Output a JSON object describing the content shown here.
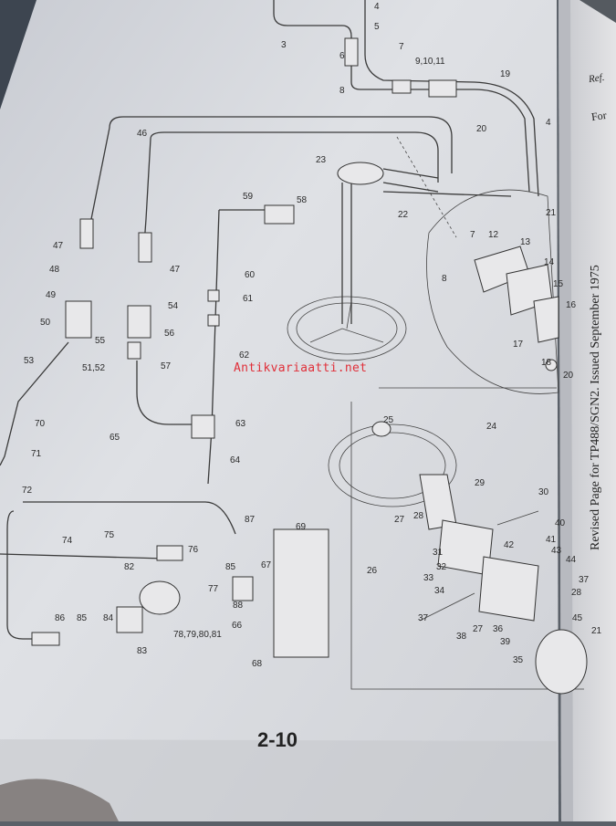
{
  "watermark": "Antikvariaatti.net",
  "page_number": "2-10",
  "side_note": "Revised Page for TP488/SGN2. Issued September 1975",
  "right_page": {
    "ref_header": "Ref.",
    "text_fragment": "For"
  },
  "callouts": [
    "3",
    "4",
    "5",
    "6",
    "7",
    "9,10,11",
    "8",
    "19",
    "20",
    "4",
    "46",
    "23",
    "22",
    "21",
    "59",
    "58",
    "7",
    "12",
    "13",
    "8",
    "14",
    "15",
    "16",
    "17",
    "18",
    "20",
    "47",
    "48",
    "49",
    "47",
    "54",
    "50",
    "55",
    "56",
    "53",
    "51,52",
    "57",
    "60",
    "61",
    "62",
    "63",
    "65",
    "64",
    "70",
    "71",
    "72",
    "25",
    "24",
    "29",
    "30",
    "27",
    "28",
    "40",
    "75",
    "87",
    "69",
    "74",
    "76",
    "42",
    "41",
    "43",
    "44",
    "31",
    "32",
    "26",
    "33",
    "85",
    "67",
    "82",
    "77",
    "37",
    "28",
    "34",
    "88",
    "86",
    "85",
    "84",
    "66",
    "78,79,80,81",
    "27",
    "38",
    "36",
    "45",
    "39",
    "83",
    "37",
    "35",
    "68",
    "21"
  ]
}
